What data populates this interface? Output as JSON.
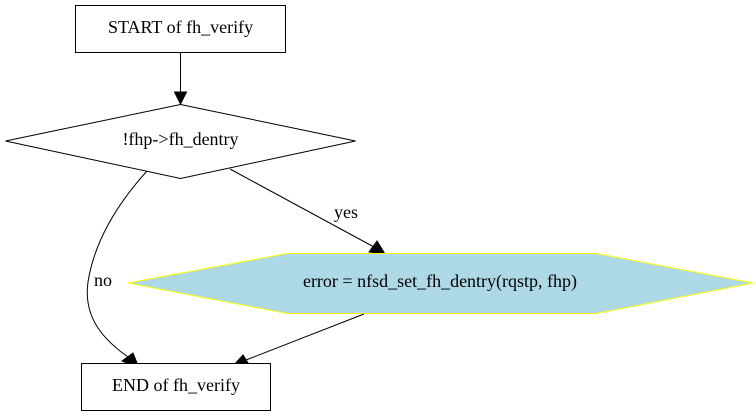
{
  "nodes": {
    "start": {
      "label": "START of fh_verify"
    },
    "decision": {
      "label": "!fhp->fh_dentry"
    },
    "action": {
      "label": "error = nfsd_set_fh_dentry(rqstp, fhp)",
      "fill": "#add8e6",
      "stroke": "#ffff00"
    },
    "end": {
      "label": "END of fh_verify"
    }
  },
  "edges": {
    "yes": {
      "label": "yes"
    },
    "no": {
      "label": "no"
    }
  }
}
